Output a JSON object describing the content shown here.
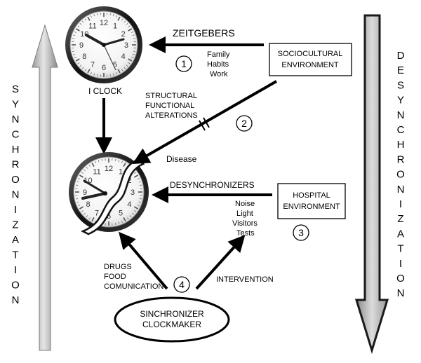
{
  "left_bar": {
    "letters": [
      "S",
      "Y",
      "N",
      "C",
      "H",
      "R",
      "O",
      "N",
      "I",
      "Z",
      "A",
      "T",
      "I",
      "O",
      "N"
    ]
  },
  "right_bar": {
    "letters": [
      "D",
      "E",
      "S",
      "Y",
      "N",
      "C",
      "H",
      "R",
      "O",
      "N",
      "I",
      "Z",
      "A",
      "T",
      "I",
      "O",
      "N"
    ]
  },
  "clock_top": {
    "label": "I CLOCK",
    "numbers": [
      "12",
      "1",
      "2",
      "3",
      "4",
      "5",
      "6",
      "7",
      "8",
      "9",
      "10",
      "11"
    ]
  },
  "clock_bottom": {
    "numbers": [
      "12",
      "1",
      "2",
      "3",
      "4",
      "5",
      "6",
      "7",
      "8",
      "9",
      "10",
      "11"
    ]
  },
  "zeitgebers": {
    "title": "ZEITGEBERS",
    "items": [
      "Family",
      "Habits",
      "Work"
    ],
    "number": "1"
  },
  "sociocultural": {
    "line1": "SOCIOCULTURAL",
    "line2": "ENVIRONMENT"
  },
  "structural": {
    "line1": "STRUCTURAL",
    "line2": "FUNCTIONAL",
    "line3": "ALTERATIONS",
    "number": "2"
  },
  "disease": {
    "label": "Disease"
  },
  "desynchronizers": {
    "title": "DESYNCHRONIZERS",
    "items": [
      "Noise",
      "Light",
      "Visitors",
      "Tests"
    ]
  },
  "hospital": {
    "line1": "HOSPITAL",
    "line2": "ENVIRONMENT",
    "number": "3"
  },
  "drugs": {
    "line1": "DRUGS",
    "line2": "FOOD",
    "line3": "COMUNICATION"
  },
  "intervention": {
    "label": "INTERVENTION",
    "number": "4"
  },
  "clockmaker": {
    "line1": "SINCHRONIZER",
    "line2": "CLOCKMAKER"
  }
}
